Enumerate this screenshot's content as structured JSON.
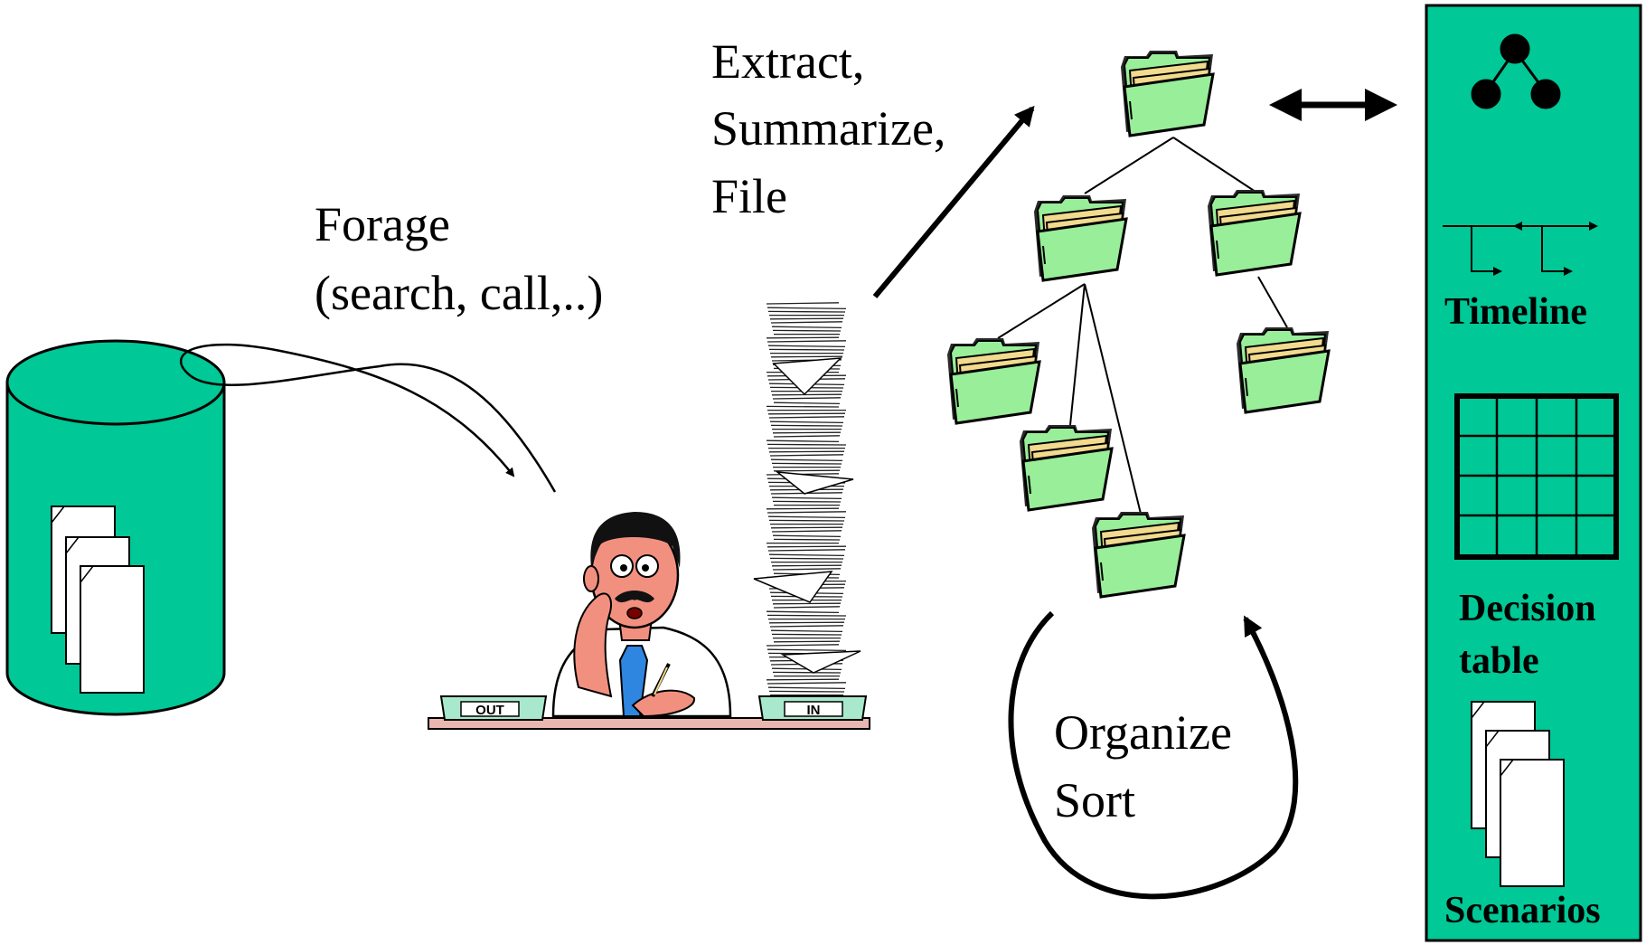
{
  "colors": {
    "teal": "#00C896",
    "folder_green": "#99EE99",
    "folder_tab": "#F2DA8E",
    "skin": "#F29080",
    "tie": "#2E86E0",
    "desk": "#E8B8B0",
    "tray": "#A8E8CC"
  },
  "labels": {
    "forage_line1": "Forage",
    "forage_line2": "(search, call,..)",
    "extract_line1": "Extract,",
    "extract_line2": "Summarize,",
    "extract_line3": "File",
    "organize_line1": "Organize",
    "organize_line2": "Sort",
    "out_tray": "OUT",
    "in_tray": "IN"
  },
  "panel": {
    "timeline": "Timeline",
    "decision_line1": "Decision",
    "decision_line2": "table",
    "scenarios": "Scenarios"
  },
  "icons": {
    "database": "database-cylinder-icon",
    "documents": "document-stack-icon",
    "analyst": "overwhelmed-analyst-at-desk",
    "paper_stack": "tall-paper-stack-icon",
    "folder": "folder-icon",
    "graph": "node-graph-icon",
    "timeline": "timeline-arrows-icon",
    "table": "grid-table-icon",
    "double_arrow": "double-headed-arrow-icon"
  }
}
